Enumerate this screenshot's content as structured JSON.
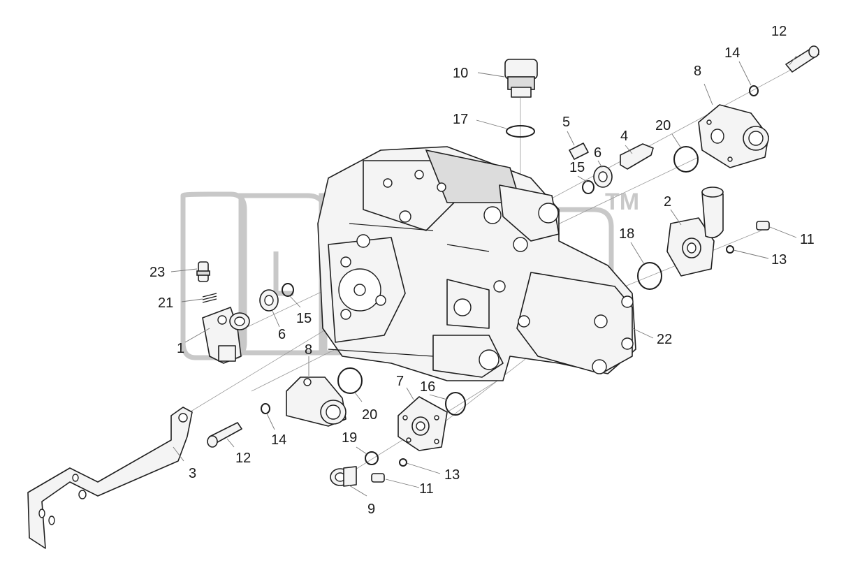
{
  "diagram": {
    "watermark": {
      "mark": "TM"
    },
    "callouts": [
      {
        "id": "c1",
        "label": "1"
      },
      {
        "id": "c2",
        "label": "2"
      },
      {
        "id": "c3",
        "label": "3"
      },
      {
        "id": "c4",
        "label": "4"
      },
      {
        "id": "c5",
        "label": "5"
      },
      {
        "id": "c6a",
        "label": "6"
      },
      {
        "id": "c6b",
        "label": "6"
      },
      {
        "id": "c7",
        "label": "7"
      },
      {
        "id": "c8a",
        "label": "8"
      },
      {
        "id": "c8b",
        "label": "8"
      },
      {
        "id": "c9",
        "label": "9"
      },
      {
        "id": "c10",
        "label": "10"
      },
      {
        "id": "c11a",
        "label": "11"
      },
      {
        "id": "c11b",
        "label": "11"
      },
      {
        "id": "c12a",
        "label": "12"
      },
      {
        "id": "c12b",
        "label": "12"
      },
      {
        "id": "c13a",
        "label": "13"
      },
      {
        "id": "c13b",
        "label": "13"
      },
      {
        "id": "c14a",
        "label": "14"
      },
      {
        "id": "c14b",
        "label": "14"
      },
      {
        "id": "c15a",
        "label": "15"
      },
      {
        "id": "c15b",
        "label": "15"
      },
      {
        "id": "c16",
        "label": "16"
      },
      {
        "id": "c17",
        "label": "17"
      },
      {
        "id": "c18",
        "label": "18"
      },
      {
        "id": "c19",
        "label": "19"
      },
      {
        "id": "c20a",
        "label": "20"
      },
      {
        "id": "c20b",
        "label": "20"
      },
      {
        "id": "c21",
        "label": "21"
      },
      {
        "id": "c22",
        "label": "22"
      },
      {
        "id": "c23",
        "label": "23"
      }
    ]
  }
}
